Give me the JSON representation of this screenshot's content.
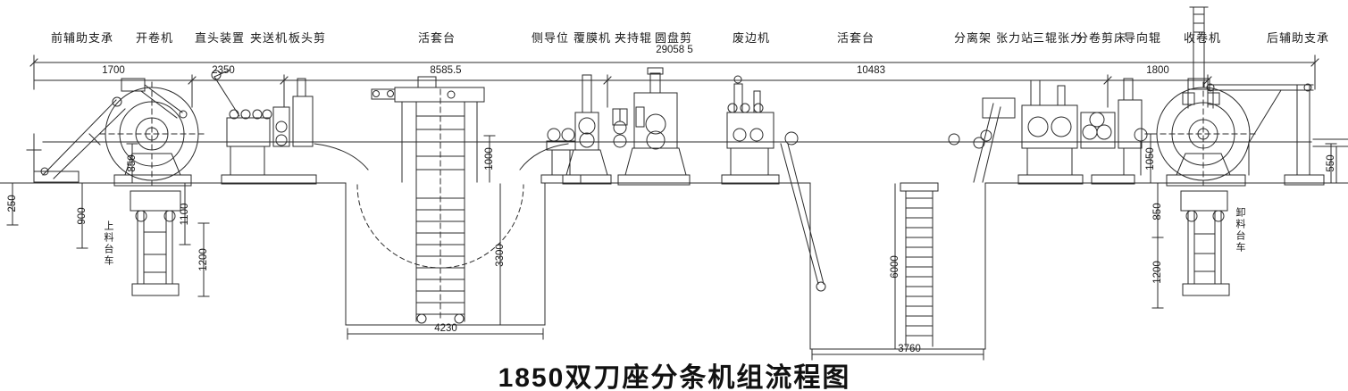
{
  "title": "1850双刀座分条机组流程图",
  "machine_labels": [
    "前辅助支承",
    "开卷机",
    "直头装置",
    "夹送机",
    "板头剪",
    "活套台",
    "侧导位",
    "覆膜机",
    "夹持辊",
    "圆盘剪",
    "废边机",
    "活套台",
    "分离架",
    "张力站",
    "三辊张力",
    "分卷剪床",
    "导向辊",
    "收卷机",
    "后辅助支承"
  ],
  "dimensions": {
    "overall": "29058 5",
    "d1700": "1700",
    "d2350": "2350",
    "d8585_5": "8585.5",
    "d10483": "10483",
    "d1800": "1800",
    "v250": "250",
    "v900": "900",
    "v850_left": "850",
    "v1100": "1100",
    "v1200_left": "1200",
    "v1000": "1000",
    "v3300": "3300",
    "h4230": "4230",
    "v6000": "6000",
    "h3760": "3760",
    "v1050": "1050",
    "v850_right": "850",
    "v1200_right": "1200",
    "v550": "550"
  },
  "annotations": {
    "loading_cart": "上料台车",
    "unloading_cart": "卸料台车"
  }
}
